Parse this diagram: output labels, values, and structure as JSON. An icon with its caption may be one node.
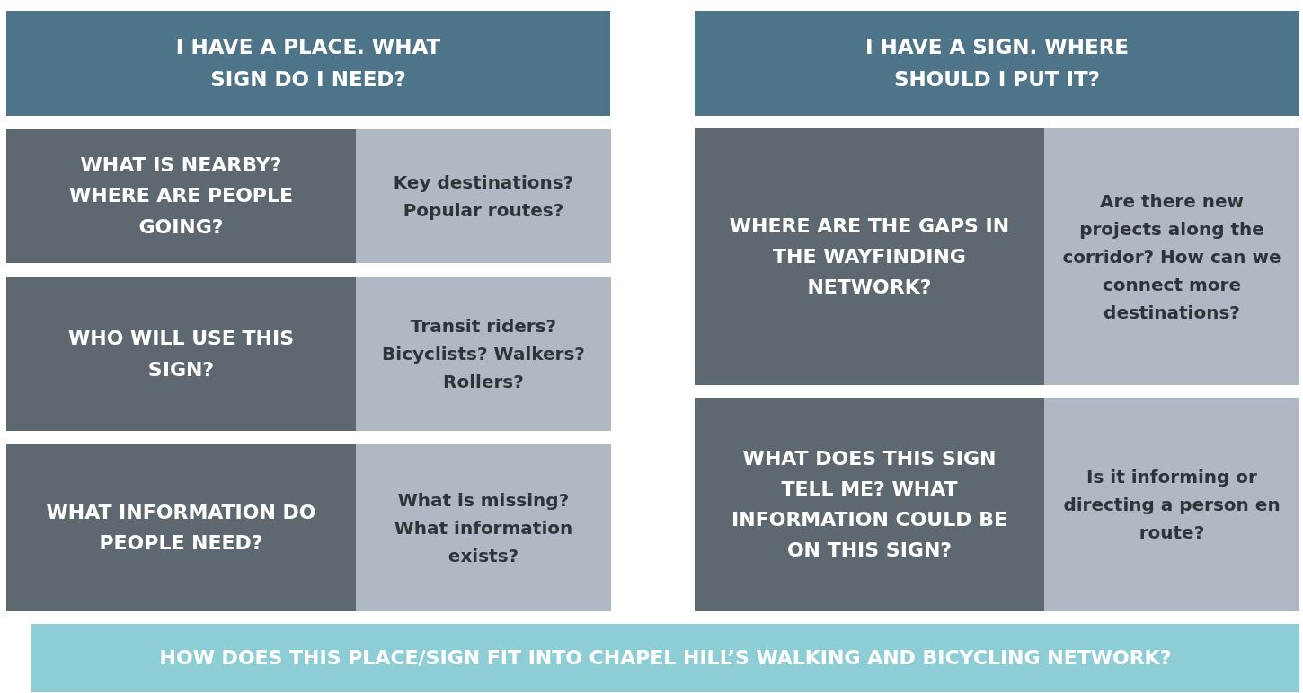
{
  "diagram": {
    "nodes": [
      {
        "text": [
          "I HAVE A PLACE. WHAT SIGN DO I NEED?"
        ]
      },
      {
        "text": [
          "WHAT IS NEARBY? WHERE ARE PEOPLE GOING?"
        ]
      },
      {
        "text": [
          "Key destinations? Popular routes?"
        ]
      },
      {
        "text": [
          "WHO WILL USE THIS SIGN?"
        ]
      },
      {
        "text": [
          "Transit riders? Bicyclists? Walkers? Rollers?"
        ]
      },
      {
        "text": [
          "WHAT INFORMATION DO PEOPLE NEED?"
        ]
      },
      {
        "text": [
          "What is missing? What information exists?"
        ]
      },
      {
        "text": [
          "I HAVE A SIGN. WHERE SHOULD I PUT IT?"
        ]
      },
      {
        "text": [
          "WHERE ARE THE GAPS IN THE WAYFINDING NETWORK?"
        ]
      },
      {
        "text": [
          "Are there new projects along the corridor? How can we connect more destinations?"
        ]
      },
      {
        "text": [
          "WHAT DOES THIS SIGN TELL ME? WHAT INFORMATION COULD BE ON THIS SIGN?"
        ]
      },
      {
        "text": [
          "Is it informing or directing a person en route?"
        ]
      },
      {
        "text": [
          "HOW DOES THIS PLACE/SIGN FIT INTO CHAPEL HILL’S WALKING AND BICYCLING NETWORK?"
        ]
      }
    ]
  }
}
